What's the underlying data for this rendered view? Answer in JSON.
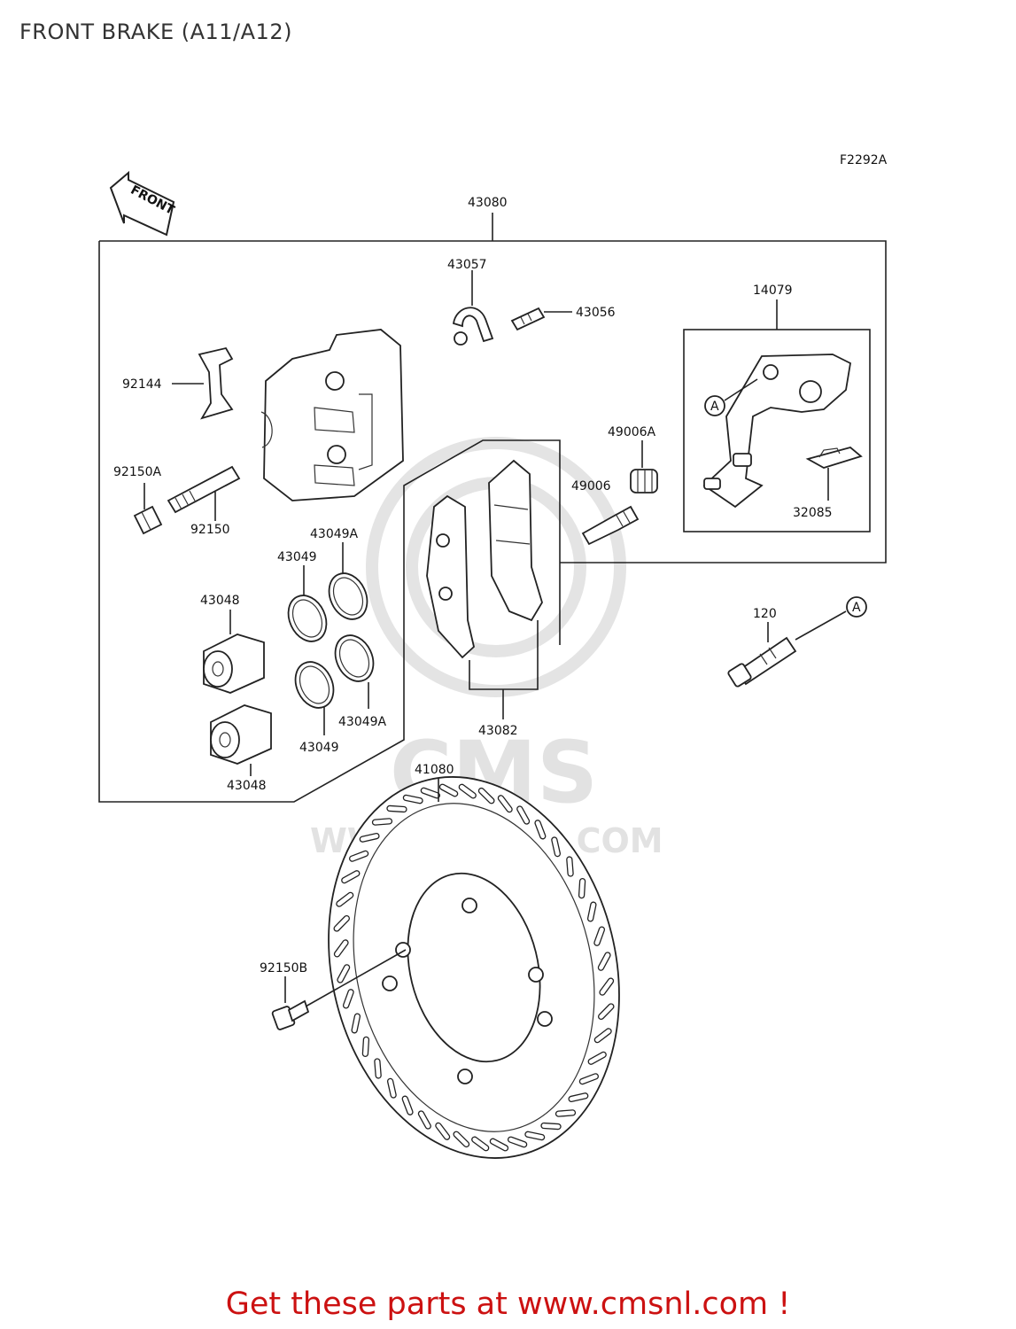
{
  "title": "FRONT BRAKE (A11/A12)",
  "figure_code": "F2292A",
  "front_marker": "FRONT",
  "watermark": {
    "text_main": "CMS",
    "text_url": "WWW.CMSNL.COM"
  },
  "labels": {
    "p43080": "43080",
    "p43057": "43057",
    "p43056": "43056",
    "p14079": "14079",
    "p92144": "92144",
    "p92150A": "92150A",
    "p92150": "92150",
    "p49006A": "49006A",
    "p49006": "49006",
    "p32085": "32085",
    "p43049A_top": "43049A",
    "p43049_top": "43049",
    "p43048_top": "43048",
    "p120": "120",
    "ref_a1": "A",
    "ref_a2": "A",
    "p43082": "43082",
    "p43049A_bot": "43049A",
    "p43049_bot": "43049",
    "p43048_bot": "43048",
    "p41080": "41080",
    "p92150B": "92150B"
  },
  "footer": {
    "text": "Get these parts at www.cmsnl.com !",
    "color": "#cc1111"
  }
}
